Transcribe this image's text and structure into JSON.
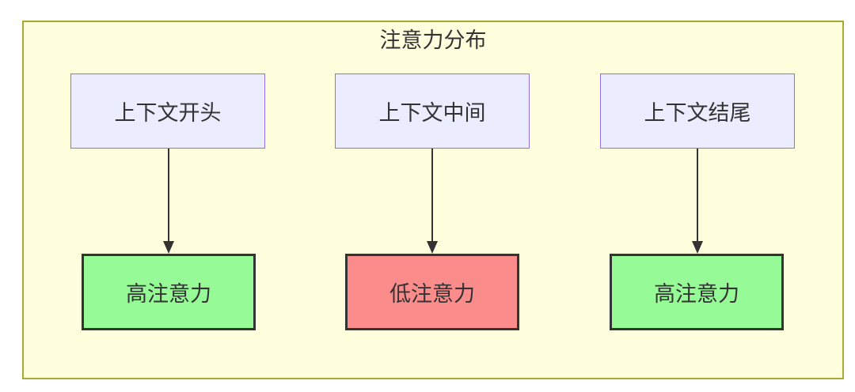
{
  "diagram": {
    "title": "注意力分布",
    "columns": [
      {
        "source": "上下文开头",
        "target": "高注意力",
        "attention": "high",
        "target_fill": "#96fa96"
      },
      {
        "source": "上下文中间",
        "target": "低注意力",
        "attention": "low",
        "target_fill": "#fa8c8c"
      },
      {
        "source": "上下文结尾",
        "target": "高注意力",
        "attention": "high",
        "target_fill": "#96fa96"
      }
    ],
    "colors": {
      "page_background": "#ffffff",
      "container_fill": "#ffffde",
      "container_border": "#aaaa33",
      "source_fill": "#ececff",
      "source_border": "#9370db",
      "high_attention_fill": "#96fa96",
      "low_attention_fill": "#fa8c8c",
      "target_border": "#333333",
      "arrow": "#333333",
      "text": "#333333"
    }
  }
}
